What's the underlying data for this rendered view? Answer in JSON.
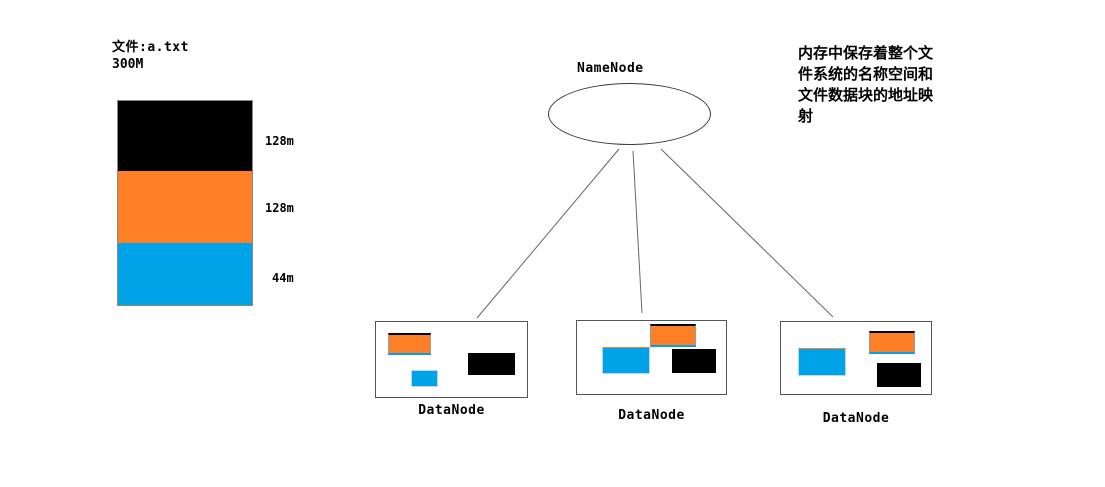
{
  "file": {
    "title": "文件:a.txt",
    "size_label": "300M",
    "blocks": [
      {
        "label": "128m",
        "color": "#000000"
      },
      {
        "label": "128m",
        "color": "#FF7F27"
      },
      {
        "label": "44m",
        "color": "#00A2E8"
      }
    ]
  },
  "namenode": {
    "label": "NameNode",
    "annotation_lines": [
      "内存中保存着整个文",
      "件系统的名称空间和",
      "文件数据块的地址映",
      "射"
    ]
  },
  "datanodes": [
    {
      "label": "DataNode",
      "blocks": [
        "orange",
        "blue",
        "black"
      ]
    },
    {
      "label": "DataNode",
      "blocks": [
        "orange",
        "blue",
        "black"
      ]
    },
    {
      "label": "DataNode",
      "blocks": [
        "blue",
        "orange",
        "black"
      ]
    }
  ],
  "colors": {
    "orange": "#FF7F27",
    "blue": "#00A2E8",
    "black": "#000000",
    "connector_line": "#666666"
  }
}
